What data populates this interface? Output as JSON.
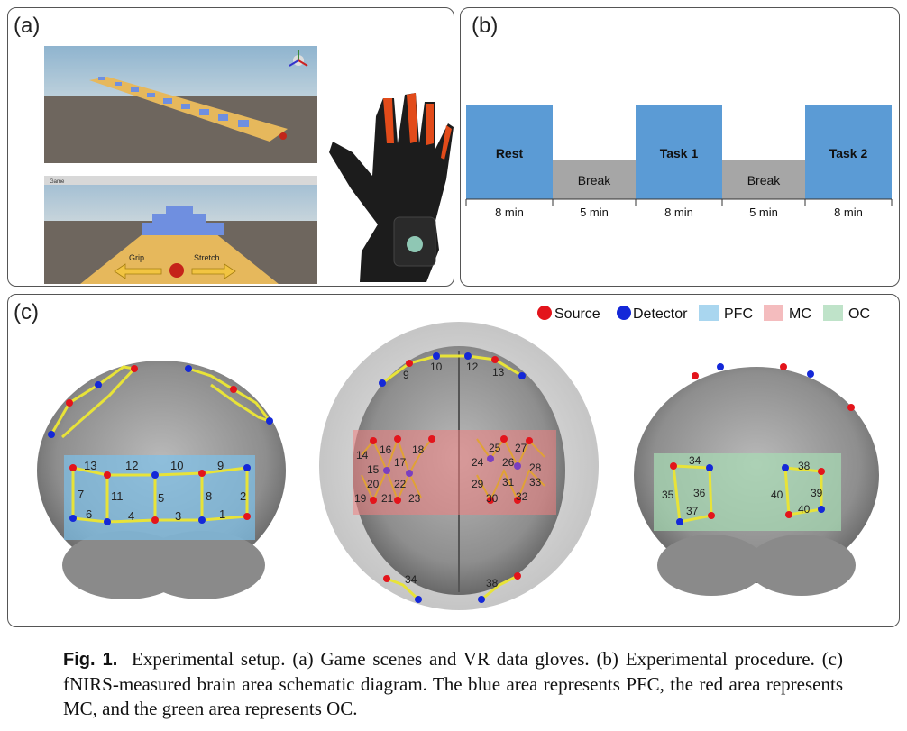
{
  "panels": {
    "a": {
      "label": "(a)"
    },
    "b": {
      "label": "(b)"
    },
    "c": {
      "label": "(c)"
    }
  },
  "game_scene": {
    "grip": "Grip",
    "stretch": "Stretch",
    "window_title": "Game"
  },
  "timeline": {
    "segments": [
      {
        "label": "Rest",
        "duration": "8 min",
        "kind": "rest"
      },
      {
        "label": "Break",
        "duration": "5 min",
        "kind": "break"
      },
      {
        "label": "Task 1",
        "duration": "8 min",
        "kind": "task"
      },
      {
        "label": "Break",
        "duration": "5 min",
        "kind": "break"
      },
      {
        "label": "Task 2",
        "duration": "8 min",
        "kind": "task"
      }
    ],
    "colors": {
      "active": "#5b9bd5",
      "break": "#a6a6a6"
    }
  },
  "legend": {
    "source": "Source",
    "detector": "Detector",
    "pfc": "PFC",
    "mc": "MC",
    "oc": "OC",
    "colors": {
      "source": "#e3141b",
      "detector": "#1428d8",
      "pfc": "#a9d6ef",
      "mc": "#f4bcbe",
      "oc": "#bfe3c9"
    }
  },
  "brain_labels": {
    "front": [
      "13",
      "12",
      "10",
      "9",
      "7",
      "11",
      "5",
      "8",
      "2",
      "6",
      "4",
      "3",
      "1"
    ],
    "top": [
      "9",
      "10",
      "12",
      "13",
      "14",
      "16",
      "17",
      "18",
      "15",
      "20",
      "22",
      "19",
      "21",
      "23",
      "25",
      "27",
      "24",
      "26",
      "28",
      "29",
      "31",
      "33",
      "30",
      "32",
      "34",
      "38"
    ],
    "back": [
      "34",
      "35",
      "36",
      "37",
      "38",
      "39",
      "40",
      "40"
    ]
  },
  "caption": {
    "fig": "Fig. 1.",
    "text": "Experimental setup.  (a) Game scenes and VR data gloves.  (b) Experimental procedure.  (c) fNIRS-measured brain area schematic diagram.  The blue area represents PFC, the red area represents MC, and the green area represents OC."
  }
}
